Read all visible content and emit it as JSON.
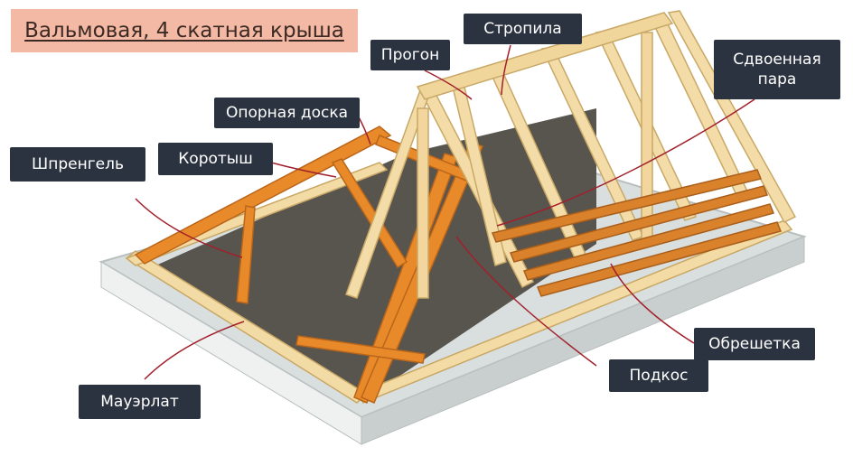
{
  "title": "Вальмовая, 4 скатная крыша",
  "labels": {
    "stropila": "Стропила",
    "progon": "Прогон",
    "sdvoennaya_para": "Сдвоенная\nпара",
    "opornaya_doska": "Опорная доска",
    "korotysh": "Коротыш",
    "shprengel": "Шпренгель",
    "obreshetka": "Обрешетка",
    "podkos": "Подкос",
    "mauerlat": "Мауэрлат"
  },
  "colors": {
    "title_bg": "#f4b9a4",
    "label_bg": "#2c3340",
    "leader_line": "#a2202c",
    "timber_light": "#f2d59a",
    "timber_orange": "#e98a2a",
    "interior": "#5a5650",
    "base": "#dfe4e3"
  }
}
